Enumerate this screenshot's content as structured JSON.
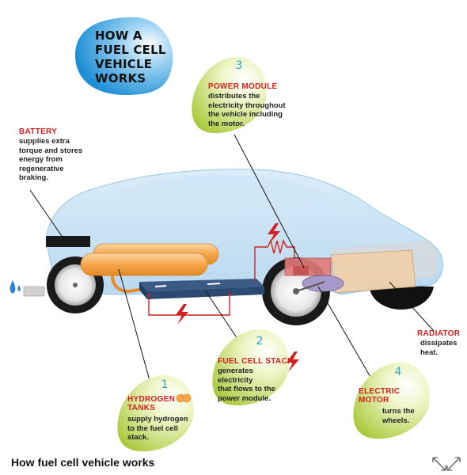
{
  "title": {
    "lines": [
      "HOW A",
      "FUEL CELL",
      "VEHICLE",
      "WORKS"
    ]
  },
  "components": {
    "battery": {
      "title": "BATTERY",
      "desc": [
        "supplies extra",
        "torque and stores",
        "energy from",
        "regenerative",
        "braking."
      ]
    },
    "power_module": {
      "number": "3",
      "title": "POWER MODULE",
      "desc": [
        "distributes the",
        "electricity throughout",
        "the vehicle including",
        "the motor."
      ]
    },
    "fuel_cell_stack": {
      "number": "2",
      "title": "FUEL CELL STACK",
      "desc": [
        "generates",
        "electricity",
        "that flows to the",
        "power module."
      ]
    },
    "hydrogen_tanks": {
      "number": "1",
      "title": [
        "HYDROGEN",
        "TANKS"
      ],
      "desc": [
        "supply hydrogen",
        "to the fuel cell",
        "stack."
      ]
    },
    "electric_motor": {
      "number": "4",
      "title": [
        "ELECTRIC",
        "MOTOR"
      ],
      "desc": [
        "turns the",
        "wheels."
      ]
    },
    "radiator": {
      "title": "RADIATOR",
      "desc": [
        "dissipates",
        "heat."
      ]
    }
  },
  "caption": "How fuel cell vehicle works",
  "icons": {
    "expand": "expand-arrows-icon",
    "lightning": "lightning-bolt-icon",
    "water_drop": "water-drop-icon",
    "hydrogen_molecule": "hydrogen-molecule-icon"
  },
  "colors": {
    "label_red": "#d21f1f",
    "number_blue": "#2aa3d4",
    "car_body": "#bcdcf0",
    "tank_orange": "#f4a54a",
    "leaf_green": "#c5dc6a"
  }
}
